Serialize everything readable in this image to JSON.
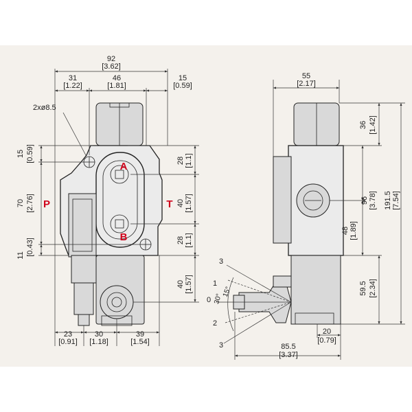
{
  "background": "#ffffff",
  "frame_color": "#f4f1ec",
  "port_color": "#d0021b",
  "front_view": {
    "total_width": {
      "value": "92",
      "inch": "[3.62]"
    },
    "left_width": {
      "value": "31",
      "inch": "[1.22]"
    },
    "mid_width": {
      "value": "46",
      "inch": "[1.81]"
    },
    "right_width": {
      "value": "15",
      "inch": "[0.59]"
    },
    "holes_label": "2xø8.5",
    "left_top": {
      "value": "15",
      "inch": "[0.59]"
    },
    "left_mid": {
      "value": "70",
      "inch": "[2.76]"
    },
    "left_bottom": {
      "value": "11",
      "inch": "[0.43]"
    },
    "right_top": {
      "value": "28",
      "inch": "[1.1]"
    },
    "right_mid": {
      "value": "40",
      "inch": "[1.57]"
    },
    "right_lower": {
      "value": "28",
      "inch": "[1.1]"
    },
    "right_bottom": {
      "value": "40",
      "inch": "[1.57]"
    },
    "bottom_1": {
      "value": "23",
      "inch": "[0.91]"
    },
    "bottom_2": {
      "value": "30",
      "inch": "[1.18]"
    },
    "bottom_3": {
      "value": "39",
      "inch": "[1.54]"
    },
    "ports": {
      "a": "A",
      "b": "B",
      "p": "P",
      "t": "T"
    }
  },
  "side_view": {
    "top_width": {
      "value": "55",
      "inch": "[2.17]"
    },
    "dim_36": {
      "value": "36",
      "inch": "[1.42]"
    },
    "dim_96": {
      "value": "96",
      "inch": "[3.78]"
    },
    "dim_1915": {
      "value": "191.5",
      "inch": "[7.54]"
    },
    "dim_48": {
      "value": "48",
      "inch": "[1.89]"
    },
    "dim_595": {
      "value": "59.5",
      "inch": "[2.34]"
    },
    "dim_20": {
      "value": "20",
      "inch": "[0.79]"
    },
    "dim_855": {
      "value": "85.5",
      "inch": "[3.37]"
    },
    "lever": {
      "pos_3_top": "3",
      "pos_1": "1",
      "pos_0": "0",
      "pos_2": "2",
      "pos_3_bottom": "3",
      "angle_15": "15°",
      "angle_30": "30°"
    }
  }
}
